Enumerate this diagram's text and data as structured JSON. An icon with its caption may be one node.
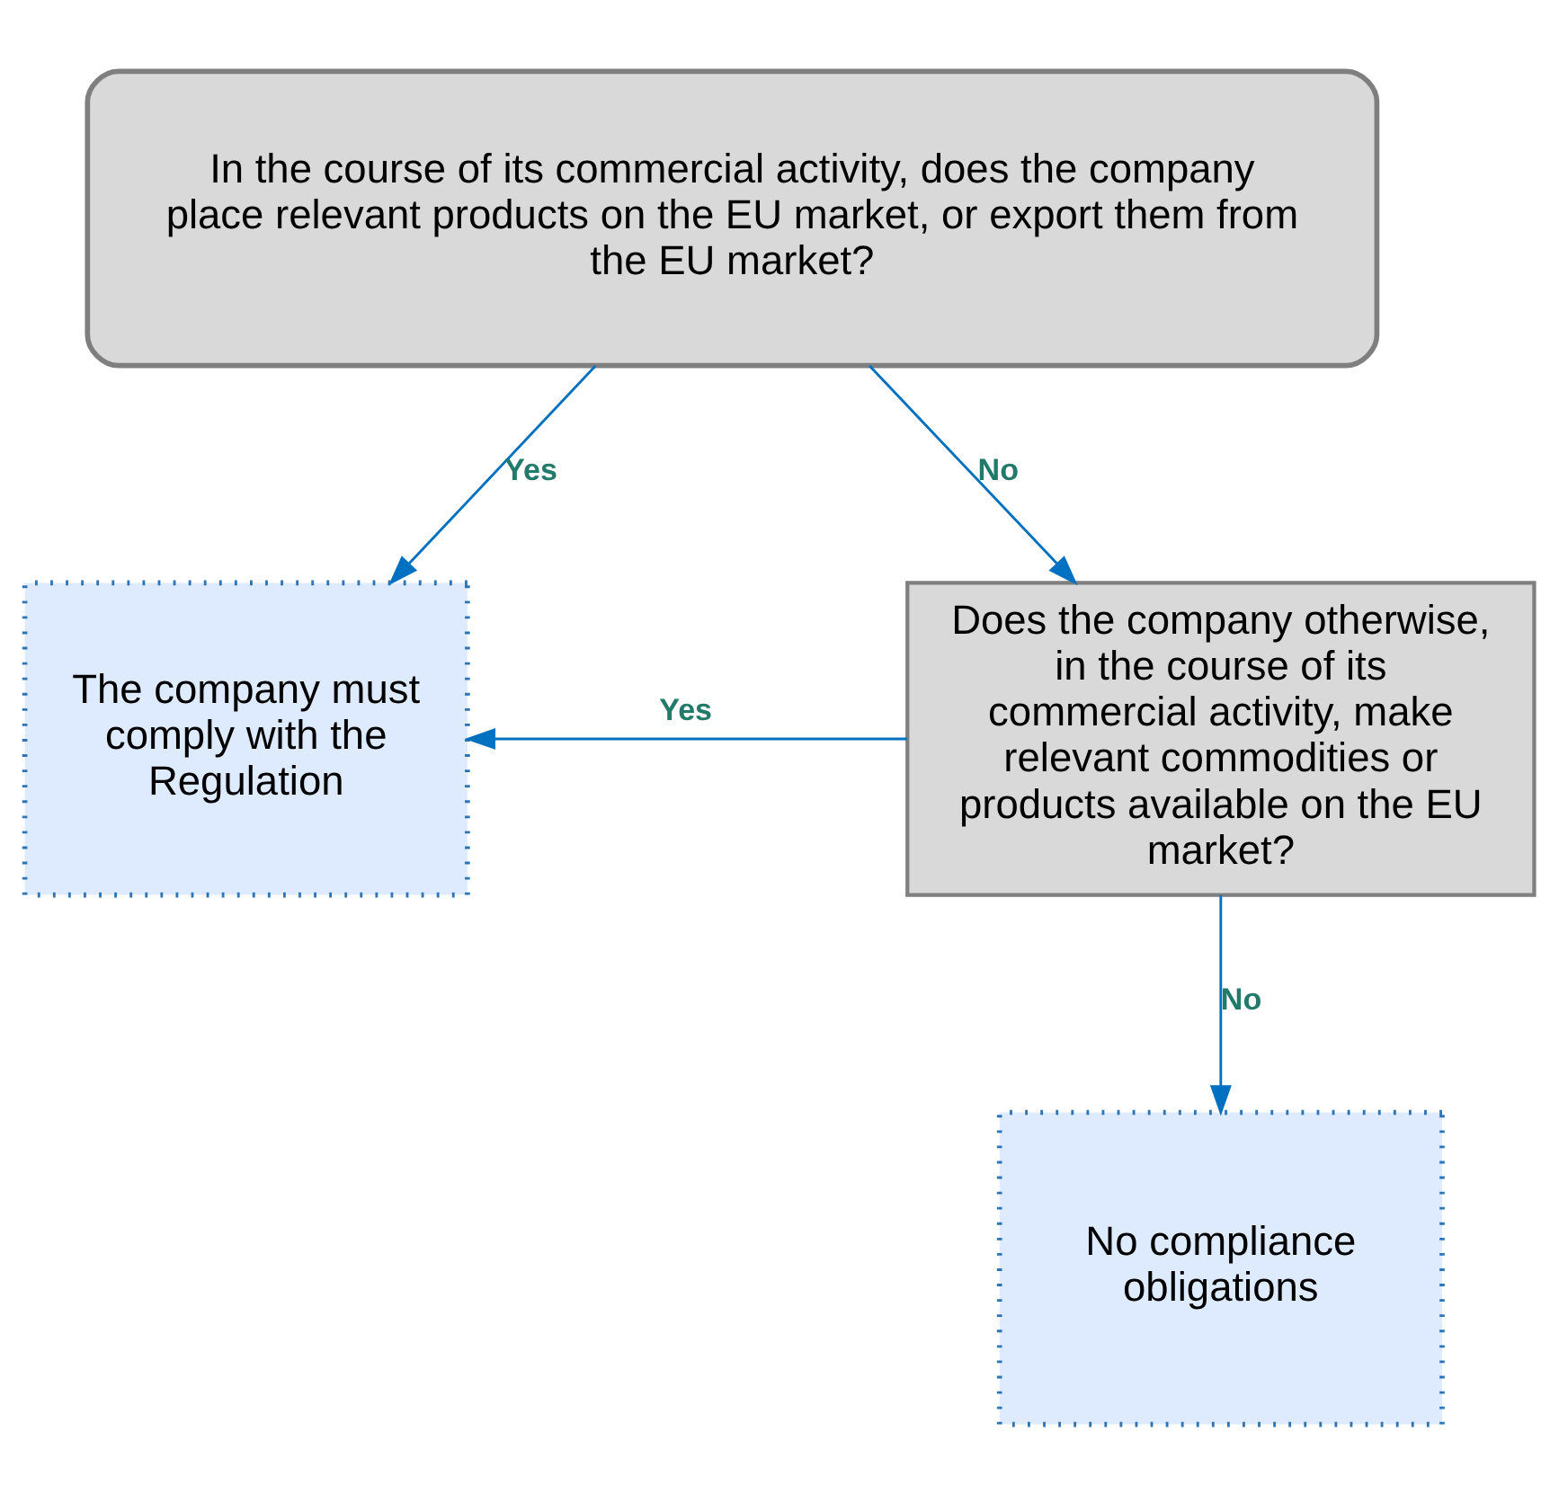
{
  "diagram": {
    "nodes": [
      {
        "text": [
          "In the course of its commercial activity, does the company place relevant products on the EU market, or export them from the EU market?"
        ]
      },
      {
        "text": [
          "The company must comply with the Regulation"
        ]
      },
      {
        "text": [
          "Does the company otherwise, in the course of its commercial activity, make relevant commodities or products available on the EU market?"
        ]
      },
      {
        "text": [
          "No compliance obligations"
        ]
      }
    ],
    "edges": [
      {
        "from": 0,
        "to": 1,
        "arrow": "to",
        "label": "Yes"
      },
      {
        "from": 0,
        "to": 2,
        "arrow": "to",
        "label": "No"
      },
      {
        "from": 2,
        "to": 1,
        "arrow": "to",
        "label": "Yes"
      },
      {
        "from": 2,
        "to": 3,
        "arrow": "to",
        "label": "No"
      }
    ]
  }
}
